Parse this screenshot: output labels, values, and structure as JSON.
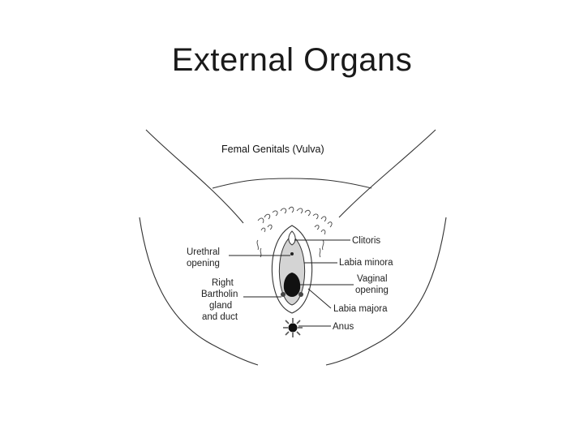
{
  "slide": {
    "title": "External Organs"
  },
  "diagram": {
    "title": "Femal Genitals (Vulva)",
    "labels": {
      "clitoris": "Clitoris",
      "urethral_1": "Urethral",
      "urethral_2": "opening",
      "labia_minora": "Labia minora",
      "vaginal_1": "Vaginal",
      "vaginal_2": "opening",
      "bartholin_1": "Right",
      "bartholin_2": "Bartholin",
      "bartholin_3": "gland",
      "bartholin_4": "and duct",
      "labia_majora": "Labia majora",
      "anus": "Anus"
    }
  }
}
